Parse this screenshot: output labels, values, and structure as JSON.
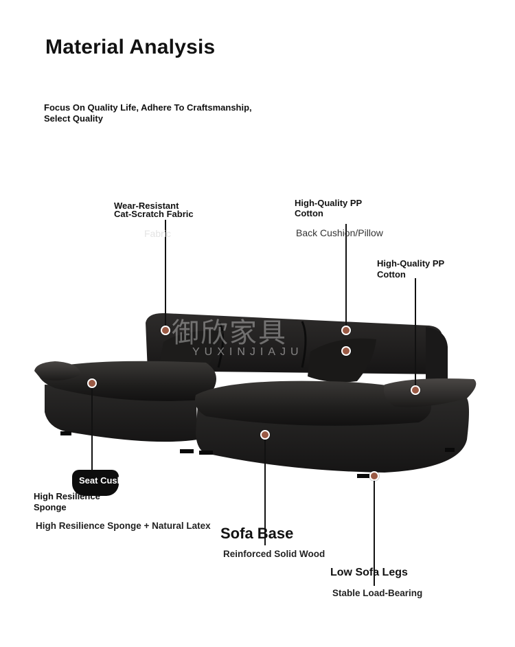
{
  "header": {
    "title": "Material Analysis",
    "subtitle": "Focus On Quality Life, Adhere To Craftsmanship, Select Quality"
  },
  "callouts": {
    "fabric": {
      "title_line1": "Wear-Resistant",
      "title_line2": "Cat-Scratch Fabric",
      "ghost": "Fabric"
    },
    "back_cushion": {
      "title_line1": "High-Quality PP",
      "title_line2": "Cotton",
      "detail": "Back Cushion/Pillow"
    },
    "armrest": {
      "title_line1": "High-Quality PP",
      "title_line2": "Cotton"
    },
    "seat": {
      "pill": "Seat Cushion",
      "title_line1": "High Resilience",
      "title_line2": "Sponge",
      "detail": "High Resilience Sponge + Natural Latex"
    },
    "base": {
      "title": "Sofa Base",
      "detail": "Reinforced Solid Wood"
    },
    "legs": {
      "title": "Low Sofa Legs",
      "detail": "Stable Load-Bearing"
    }
  },
  "watermark": {
    "logo": "御欣家具",
    "brand": "YUXINJIAJU"
  },
  "colors": {
    "marker": "#9a5a45",
    "leader_line": "#111111",
    "sofa": "#232221"
  }
}
